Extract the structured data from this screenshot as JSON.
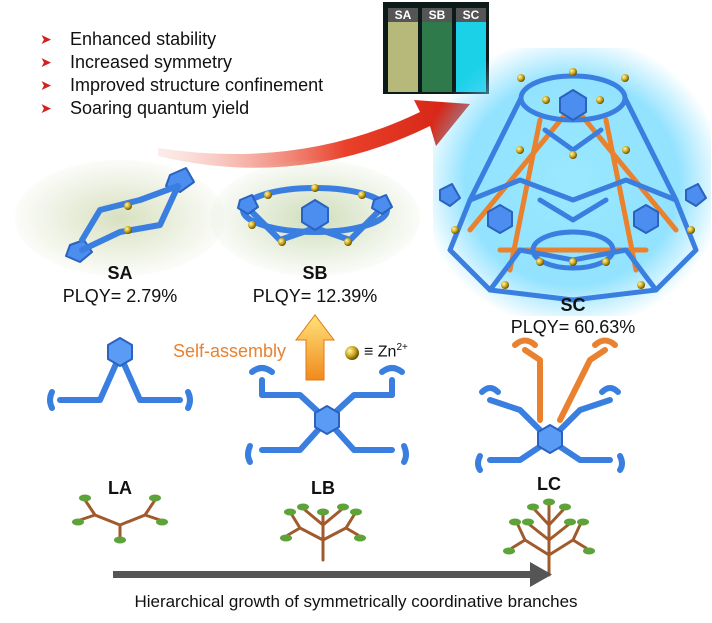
{
  "bullets": [
    "Enhanced stability",
    "Increased symmetry",
    "Improved structure confinement",
    "Soaring quantum yield"
  ],
  "vials": [
    "SA",
    "SB",
    "SC"
  ],
  "structures": {
    "sa": {
      "label": "SA",
      "plqy": "PLQY= 2.79%"
    },
    "sb": {
      "label": "SB",
      "plqy": "PLQY= 12.39%"
    },
    "sc": {
      "label": "SC",
      "plqy": "PLQY= 60.63%"
    }
  },
  "ligands": {
    "la": "LA",
    "lb": "LB",
    "lc": "LC"
  },
  "self_assembly": {
    "label": "Self-assembly",
    "zn_prefix": "≡ Zn",
    "zn_charge": "2+"
  },
  "caption": "Hierarchical growth of symmetrically coordinative branches",
  "colors": {
    "ligand_blue": "#3a7fe0",
    "ligand_orange": "#e9812e",
    "arrow_red": "#e53a1f",
    "self_assembly_text": "#e9812e",
    "sc_glow": "#6fd9ff",
    "sa_bg": "#cdd9b0",
    "sb_bg": "#c9d8b5",
    "tree_brown": "#a05a2c",
    "tree_leaf": "#5ea33a"
  }
}
